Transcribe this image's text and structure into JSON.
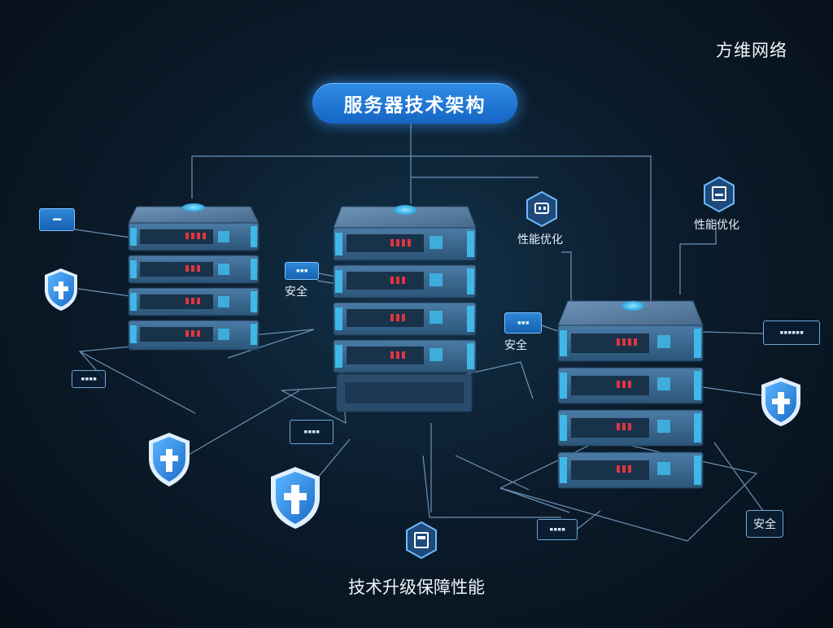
{
  "brand": "方维网络",
  "title": "服务器技术架构",
  "caption": "技术升级保障性能",
  "labels": {
    "perf_left": "性能优化",
    "perf_right": "性能优化",
    "safe_1": "安全",
    "safe_2": "安全",
    "safe_3": "安全"
  },
  "colors": {
    "accent": "#2a86de",
    "shield": "#3a9df0",
    "server_trim": "#3fb8e8",
    "led": "#e0353f",
    "line": "#7fa8cc"
  }
}
